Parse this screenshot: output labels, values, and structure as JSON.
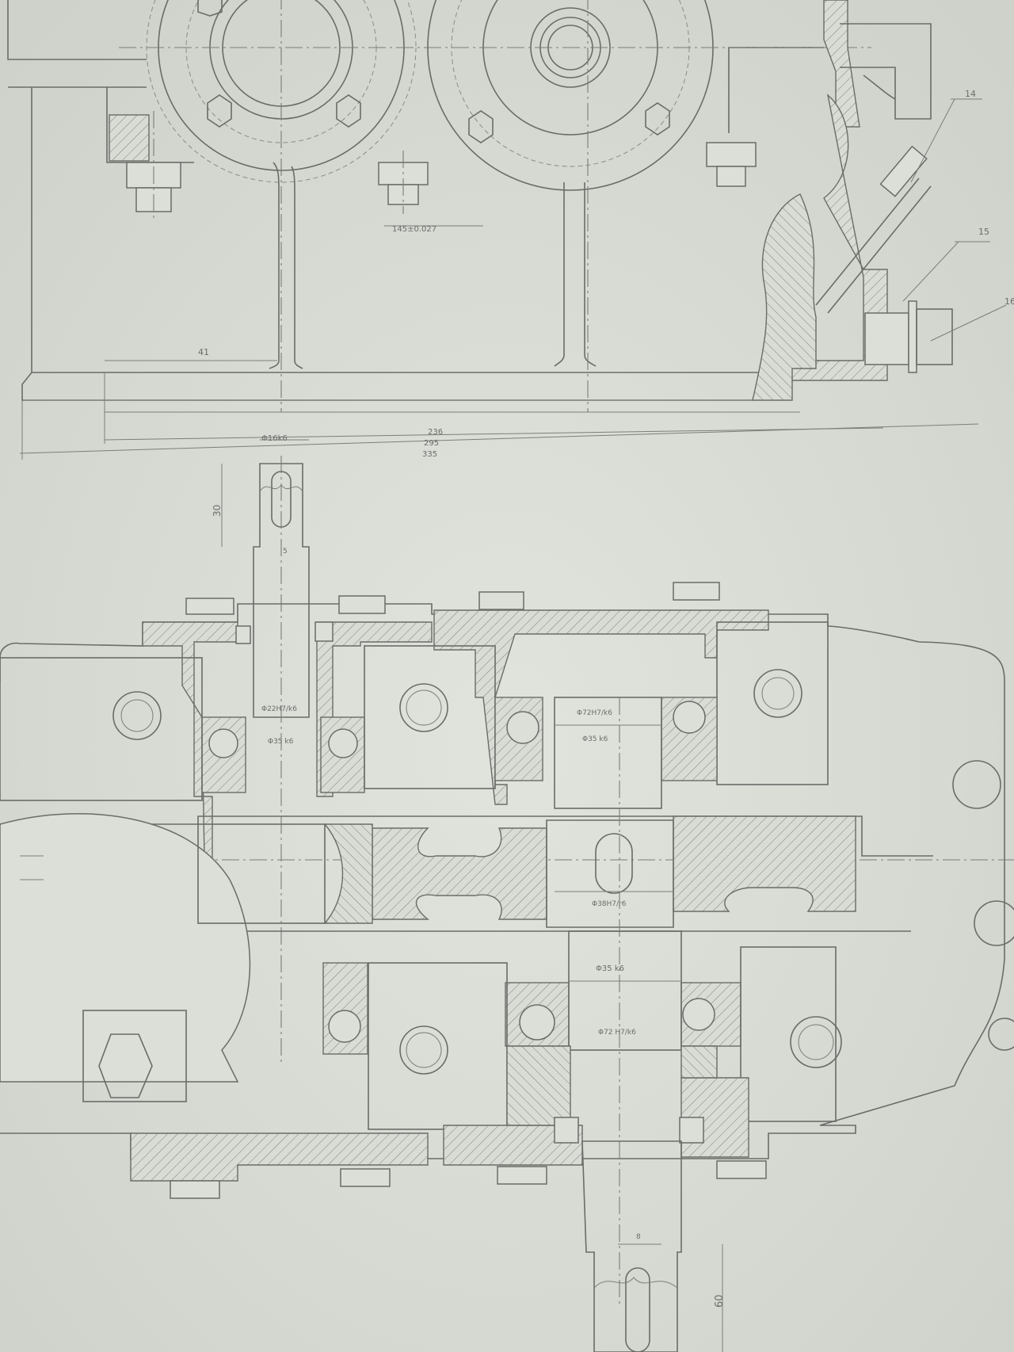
{
  "drawing": {
    "top_view": {
      "balloons": [
        "14",
        "15",
        "16"
      ],
      "dim_left": "41",
      "dim_center_hole": "145±0.027",
      "dim_length_1": "236",
      "dim_length_2": "295",
      "dim_length_3": "335",
      "dim_shaft_top": "Φ16k6"
    },
    "plan_view": {
      "dim_input_length": "30",
      "dim_key_input": "5",
      "dim_bearing_input_1": "Φ22H7/k6",
      "dim_bearing_input_2": "Φ35 k6",
      "dim_bearing_mid_1": "Φ72H7/k6",
      "dim_bearing_mid_2": "Φ35 k6",
      "dim_gear_fit": "Φ38H7/r6",
      "dim_bearing_out_1": "Φ35 k6",
      "dim_bearing_out_2": "Φ72 H7/k6",
      "dim_key_output": "8",
      "dim_output_length": "60"
    }
  },
  "colors": {
    "paper": "#d6d8d2",
    "pencil": "#6a6c68"
  }
}
